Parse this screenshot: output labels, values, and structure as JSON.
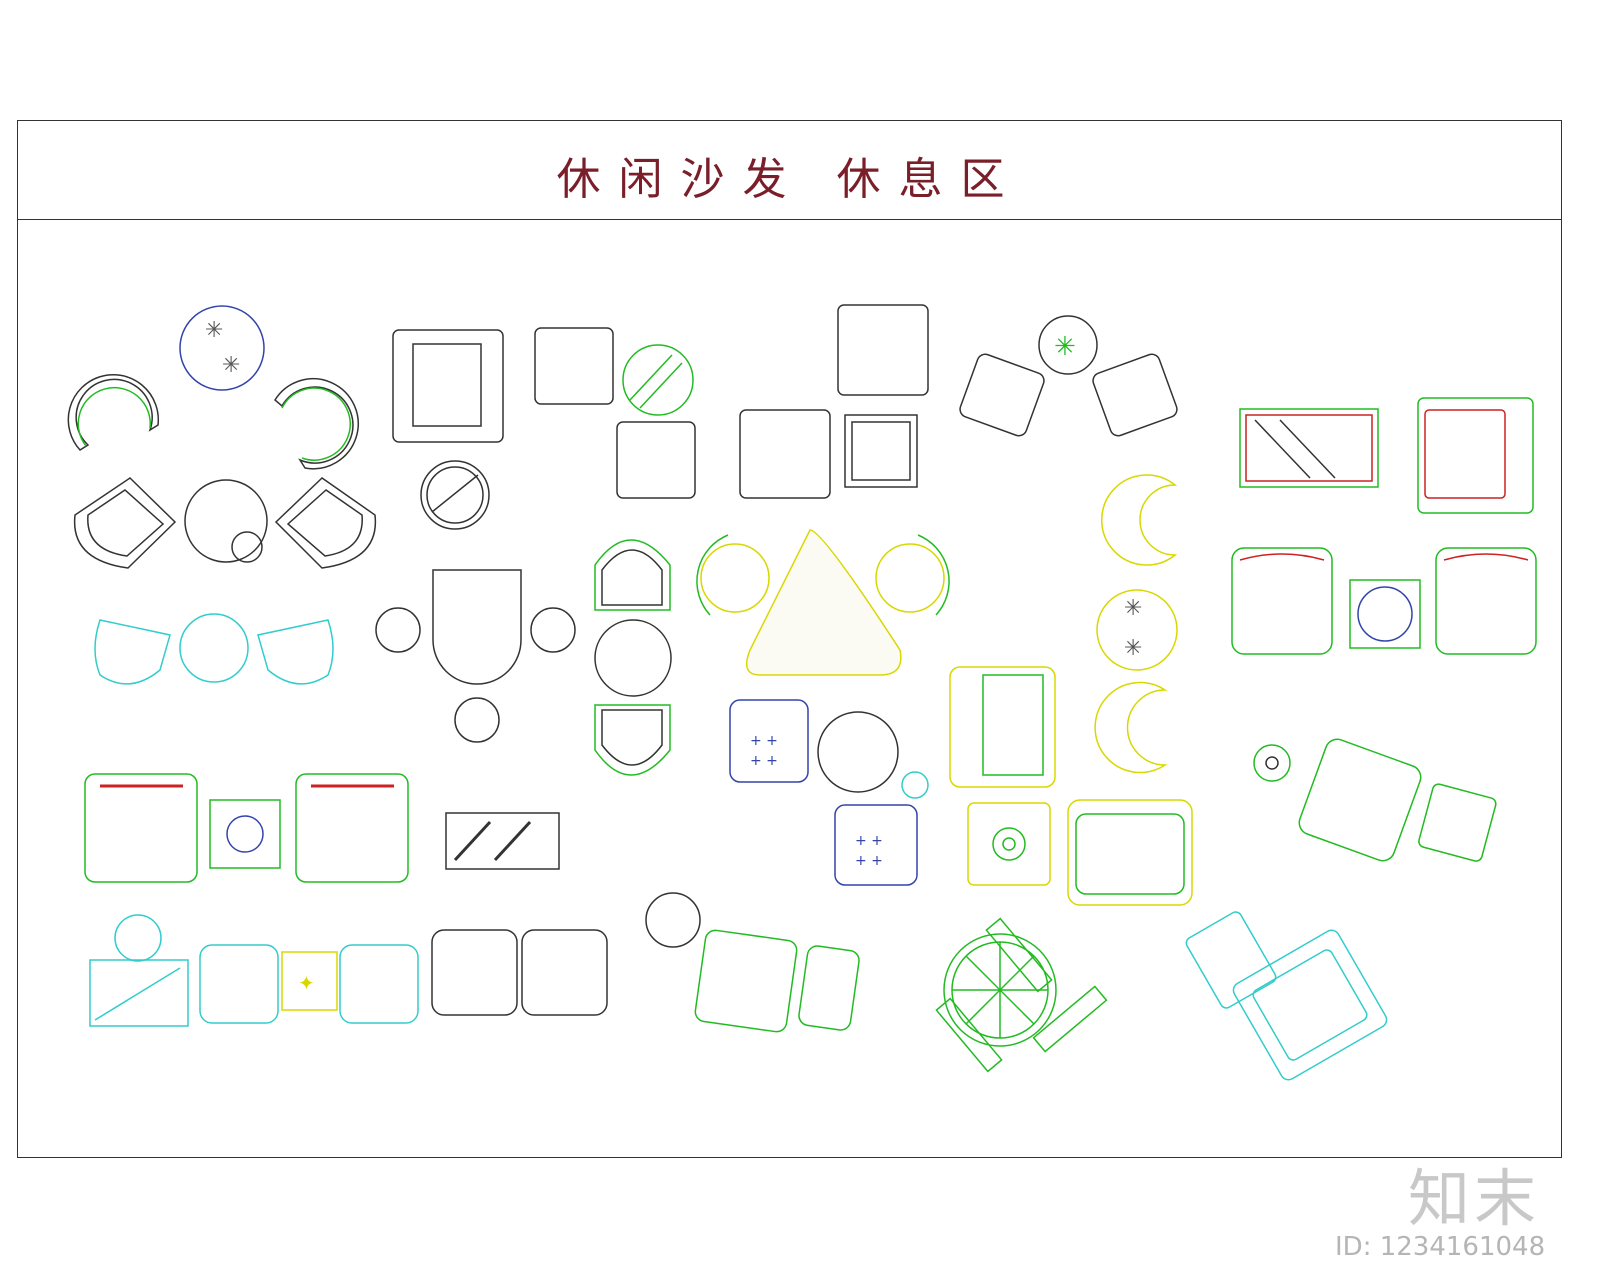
{
  "title": "休闲沙发 休息区",
  "watermark_logo": "知末",
  "image_id": "ID: 1234161048",
  "colors": {
    "frame": "#333333",
    "title": "#7a1f2a",
    "black": "#222222",
    "green": "#22bb22",
    "bright_green": "#33dd33",
    "cyan": "#33cccc",
    "yellow": "#d8d800",
    "blue": "#3344aa",
    "red": "#cc2222",
    "watermark": "#c8c8c8"
  }
}
